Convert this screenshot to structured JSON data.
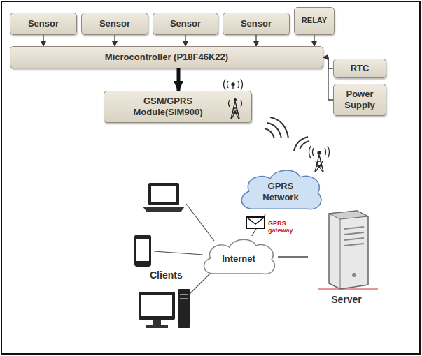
{
  "diagram": {
    "nodes": [
      {
        "text": [
          "Sensor"
        ]
      },
      {
        "text": [
          "Sensor"
        ]
      },
      {
        "text": [
          "Sensor"
        ]
      },
      {
        "text": [
          "Sensor"
        ]
      },
      {
        "text": [
          "RELAY"
        ]
      },
      {
        "text": [
          "Microcontroller (P18F46K22)"
        ]
      },
      {
        "text": [
          "RTC"
        ]
      },
      {
        "text": [
          "Power Supply"
        ]
      },
      {
        "text": [
          "GSM/GPRS Module(SIM900)"
        ]
      },
      {
        "text": [
          "GPRS Network"
        ]
      },
      {
        "text": [
          "Internet"
        ]
      },
      {
        "text": [
          "Server"
        ]
      }
    ],
    "edges": [
      {
        "from": 0,
        "to": 5,
        "arrow": "to"
      },
      {
        "from": 1,
        "to": 5,
        "arrow": "to"
      },
      {
        "from": 2,
        "to": 5,
        "arrow": "to"
      },
      {
        "from": 3,
        "to": 5,
        "arrow": "to"
      },
      {
        "from": 4,
        "to": 5,
        "arrow": "to"
      },
      {
        "from": 6,
        "to": 5,
        "arrow": "to"
      },
      {
        "from": 7,
        "to": 5,
        "arrow": "to"
      },
      {
        "from": 5,
        "to": 8,
        "arrow": "to"
      },
      {
        "from": 9,
        "to": 10,
        "arrow": "none"
      },
      {
        "from": 10,
        "to": 11,
        "arrow": "none"
      }
    ],
    "labels": [
      "Clients",
      "GPRS gateway"
    ]
  }
}
